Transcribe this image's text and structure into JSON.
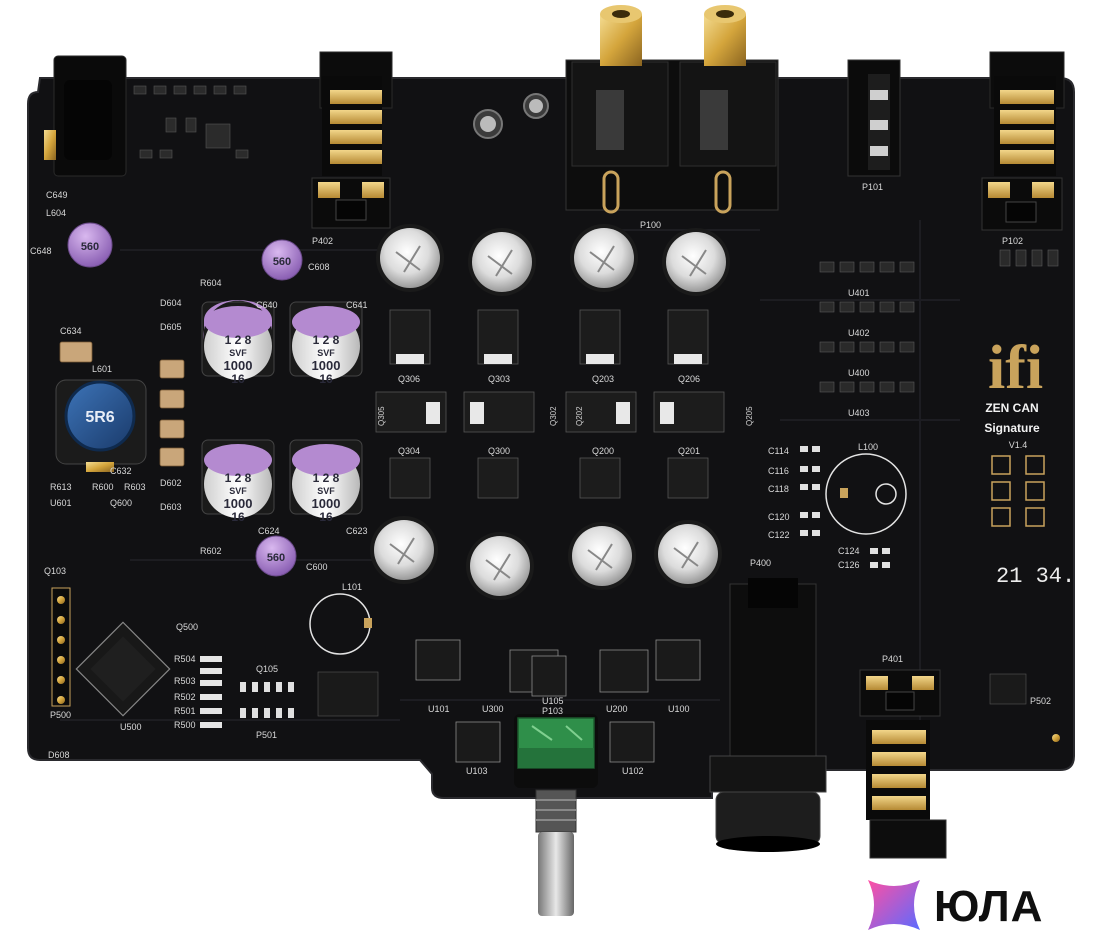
{
  "board": {
    "brand_logo": "ifi",
    "model_line1": "ZEN CAN",
    "model_line2": "Signature",
    "version": "V1.4",
    "date_code": "21 34.",
    "inductor_code": "5R6",
    "big_caps": [
      {
        "line1": "1 2 8",
        "line2": "SVF",
        "line3": "1000",
        "line4": "16"
      },
      {
        "line1": "1 2 8",
        "line2": "SVF",
        "line3": "1000",
        "line4": "16"
      },
      {
        "line1": "1 2 8",
        "line2": "SVF",
        "line3": "1000",
        "line4": "16"
      },
      {
        "line1": "1 2 8",
        "line2": "SVF",
        "line3": "1000",
        "line4": "16"
      }
    ],
    "small_cap_code": "560",
    "labels": {
      "p402": "P402",
      "p100": "P100",
      "p101": "P101",
      "p102": "P102",
      "p400": "P400",
      "p401": "P401",
      "p500": "P500",
      "p501": "P501",
      "p502": "P502",
      "u500": "U500",
      "l601": "L601",
      "l604": "L604",
      "l100": "L100",
      "l101": "L101",
      "c634": "C634",
      "c632": "C632",
      "c648": "C648",
      "c649": "C649",
      "c640": "C640",
      "c641": "C641",
      "c624": "C624",
      "c623": "C623",
      "c608": "C608",
      "c600": "C600",
      "r604": "R604",
      "r602": "R602",
      "q306": "Q306",
      "q303": "Q303",
      "q203": "Q203",
      "q206": "Q206",
      "q304": "Q304",
      "q300": "Q300",
      "q200": "Q200",
      "q201": "Q201",
      "q305": "Q305",
      "q302": "Q302",
      "q202": "Q202",
      "q205": "Q205",
      "u401": "U401",
      "u402": "U402",
      "u400": "U400",
      "u403": "U403",
      "u101": "U101",
      "u300": "U300",
      "u200": "U200",
      "u100": "U100",
      "u103": "U103",
      "u102": "U102",
      "u105": "U105",
      "p103": "P103",
      "c114": "C114",
      "c116": "C116",
      "c118": "C118",
      "c120": "C120",
      "c122": "C122",
      "c124": "C124",
      "c126": "C126",
      "d604": "D604",
      "d605": "D605",
      "d602": "D602",
      "d603": "D603",
      "d608": "D608",
      "r613": "R613",
      "r600": "R600",
      "r603": "R603",
      "q600": "Q600",
      "u601": "U601",
      "q103": "Q103",
      "q105": "Q105",
      "q500": "Q500",
      "r504": "R504",
      "r503": "R503",
      "r502": "R502",
      "r501": "R501",
      "r500": "R500"
    }
  },
  "watermark": {
    "text": "ЮЛА",
    "gradient_start": "#ff4fa3",
    "gradient_end": "#5b6bff"
  },
  "colors": {
    "pcb": "#111113",
    "gold": "#c9a35c",
    "cap_purple": "#b48ad0",
    "cap_silver": "#d9d9d9",
    "pot_green": "#2f8f4a"
  }
}
